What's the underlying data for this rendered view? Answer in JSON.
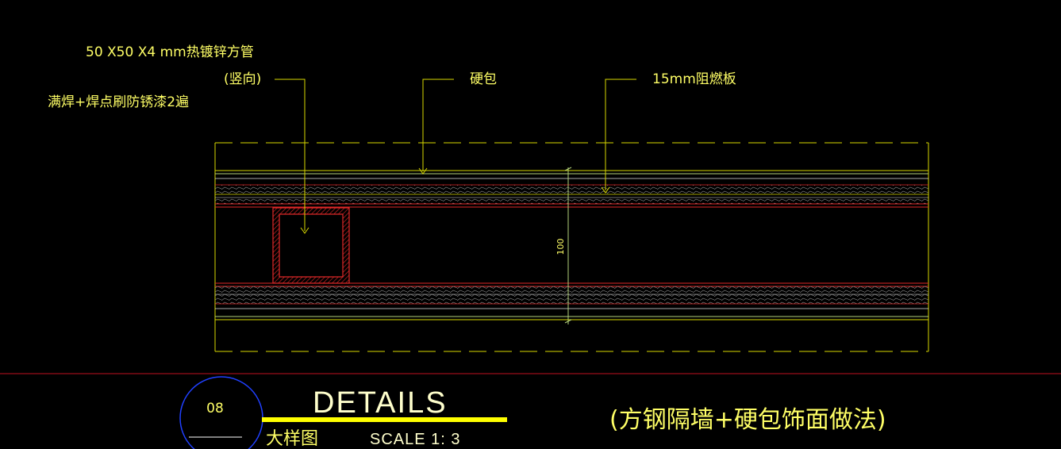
{
  "annotations": {
    "tube_spec": "50 X50 X4 mm热镀锌方管",
    "tube_orientation": "(竖向)",
    "weld_note": "满焊+焊点刷防锈漆2遍",
    "hard_cover": "硬包",
    "fireproof_board": "15mm阻燃板",
    "dimension_100": "100"
  },
  "title_block": {
    "detail_number": "08",
    "title_en": "DETAILS",
    "title_cn": "大样图",
    "scale": "SCALE 1:  3",
    "description": "(方钢隔墙+硬包饰面做法)"
  },
  "colors": {
    "background": "#000000",
    "annotation_yellow": "#ffff66",
    "outline_yellow": "#d8d800",
    "steel_red": "#e02828",
    "board_green": "#b4d27a",
    "circle_blue": "#2040ff",
    "title_bar_yellow": "#ffff00",
    "separator_red": "#c01020"
  }
}
